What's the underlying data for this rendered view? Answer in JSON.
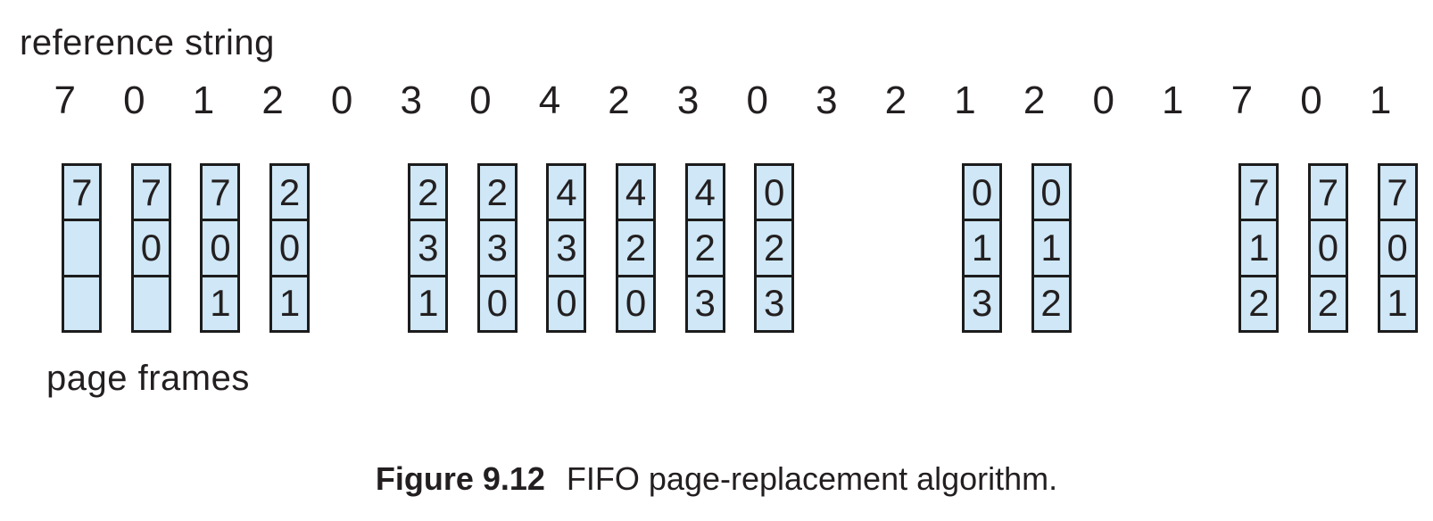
{
  "figure": {
    "reference_string_label": "reference string",
    "page_frames_label": "page frames",
    "caption": {
      "number": "Figure 9.12",
      "text": "FIFO page-replacement algorithm."
    }
  },
  "colors": {
    "cell_fill": "#cfe7f6",
    "cell_border": "#1c1c1c",
    "text": "#231f20"
  },
  "chart_data": {
    "type": "table",
    "title": "FIFO page-replacement algorithm",
    "frame_count": 3,
    "reference_string": [
      "7",
      "0",
      "1",
      "2",
      "0",
      "3",
      "0",
      "4",
      "2",
      "3",
      "0",
      "3",
      "2",
      "1",
      "2",
      "0",
      "1",
      "7",
      "0",
      "1"
    ],
    "steps": [
      {
        "ref": "7",
        "frames": [
          "7",
          "",
          ""
        ]
      },
      {
        "ref": "0",
        "frames": [
          "7",
          "0",
          ""
        ]
      },
      {
        "ref": "1",
        "frames": [
          "7",
          "0",
          "1"
        ]
      },
      {
        "ref": "2",
        "frames": [
          "2",
          "0",
          "1"
        ]
      },
      {
        "ref": "0",
        "frames": null
      },
      {
        "ref": "3",
        "frames": [
          "2",
          "3",
          "1"
        ]
      },
      {
        "ref": "0",
        "frames": [
          "2",
          "3",
          "0"
        ]
      },
      {
        "ref": "4",
        "frames": [
          "4",
          "3",
          "0"
        ]
      },
      {
        "ref": "2",
        "frames": [
          "4",
          "2",
          "0"
        ]
      },
      {
        "ref": "3",
        "frames": [
          "4",
          "2",
          "3"
        ]
      },
      {
        "ref": "0",
        "frames": [
          "0",
          "2",
          "3"
        ]
      },
      {
        "ref": "3",
        "frames": null
      },
      {
        "ref": "2",
        "frames": null
      },
      {
        "ref": "1",
        "frames": [
          "0",
          "1",
          "3"
        ]
      },
      {
        "ref": "2",
        "frames": [
          "0",
          "1",
          "2"
        ]
      },
      {
        "ref": "0",
        "frames": null
      },
      {
        "ref": "1",
        "frames": null
      },
      {
        "ref": "7",
        "frames": [
          "7",
          "1",
          "2"
        ]
      },
      {
        "ref": "0",
        "frames": [
          "7",
          "0",
          "2"
        ]
      },
      {
        "ref": "1",
        "frames": [
          "7",
          "0",
          "1"
        ]
      }
    ]
  }
}
